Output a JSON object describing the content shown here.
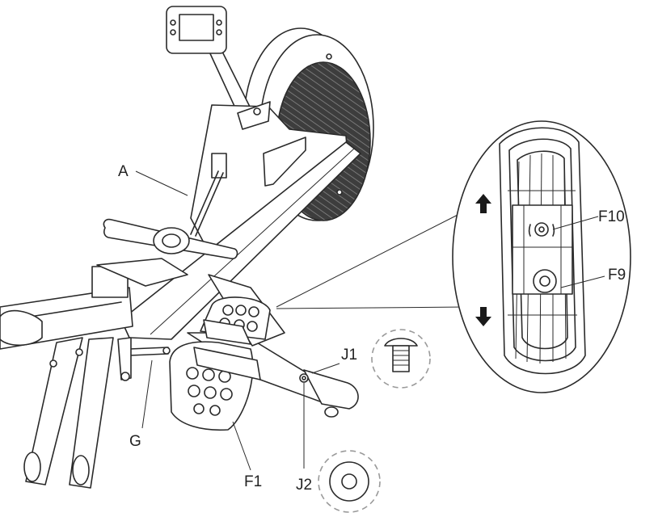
{
  "labels": {
    "A": "A",
    "G": "G",
    "F1": "F1",
    "J1": "J1",
    "J2": "J2",
    "F9": "F9",
    "F10": "F10"
  },
  "colors": {
    "line": "#2a2a2a",
    "mesh": "#3d3d3d",
    "dashed": "#9a9a9a",
    "background": "#ffffff"
  },
  "icons": {
    "arrow_up": "arrow-up-icon",
    "arrow_down": "arrow-down-icon",
    "bolt": "bolt-icon",
    "washer": "washer-icon"
  }
}
